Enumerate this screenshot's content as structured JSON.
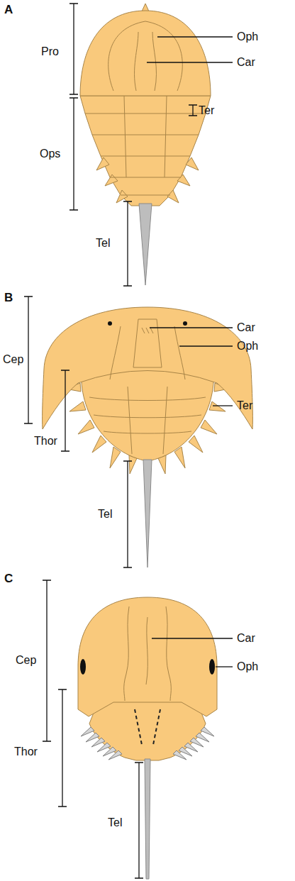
{
  "diagram": {
    "labels": [
      "A",
      "Pro",
      "Oph",
      "Car",
      "Ter",
      "Ops",
      "Tel",
      "B",
      "Cep",
      "Car",
      "Oph",
      "Ter",
      "Thor",
      "Tel",
      "C",
      "Cep",
      "Car",
      "Oph",
      "Thor",
      "Tel"
    ]
  }
}
